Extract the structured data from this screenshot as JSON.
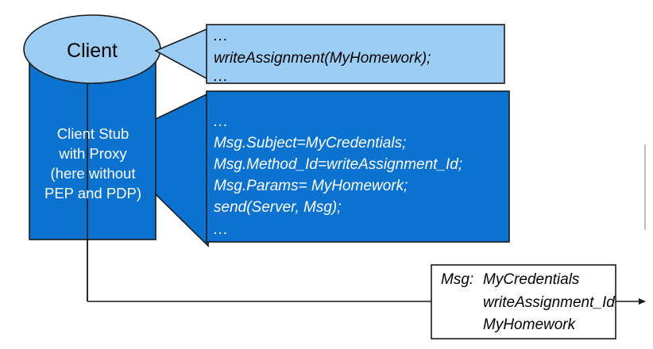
{
  "diagram": {
    "title": "Client stub with proxy marshalling a remote call",
    "colors": {
      "light_blue": "#9CCDF5",
      "dark_blue": "#0B72D0",
      "outline": "#1a1a1a",
      "white": "#ffffff",
      "page_rule": "#bdbdbd"
    },
    "client": {
      "label": "Client"
    },
    "stub": {
      "lines": [
        "Client Stub",
        "with Proxy",
        "(here without",
        "PEP and PDP)"
      ]
    },
    "callout_client_code": {
      "lines": [
        "...",
        "writeAssignment(MyHomework);",
        "..."
      ]
    },
    "callout_stub_code": {
      "lines": [
        "...",
        "Msg.Subject=MyCredentials;",
        "Msg.Method_Id=writeAssignment_Id;",
        "Msg.Params= MyHomework;",
        "send(Server, Msg);",
        "..."
      ]
    },
    "message_box": {
      "label": "Msg:",
      "fields": [
        "MyCredentials",
        "writeAssignment_Id",
        "MyHomework"
      ]
    }
  }
}
